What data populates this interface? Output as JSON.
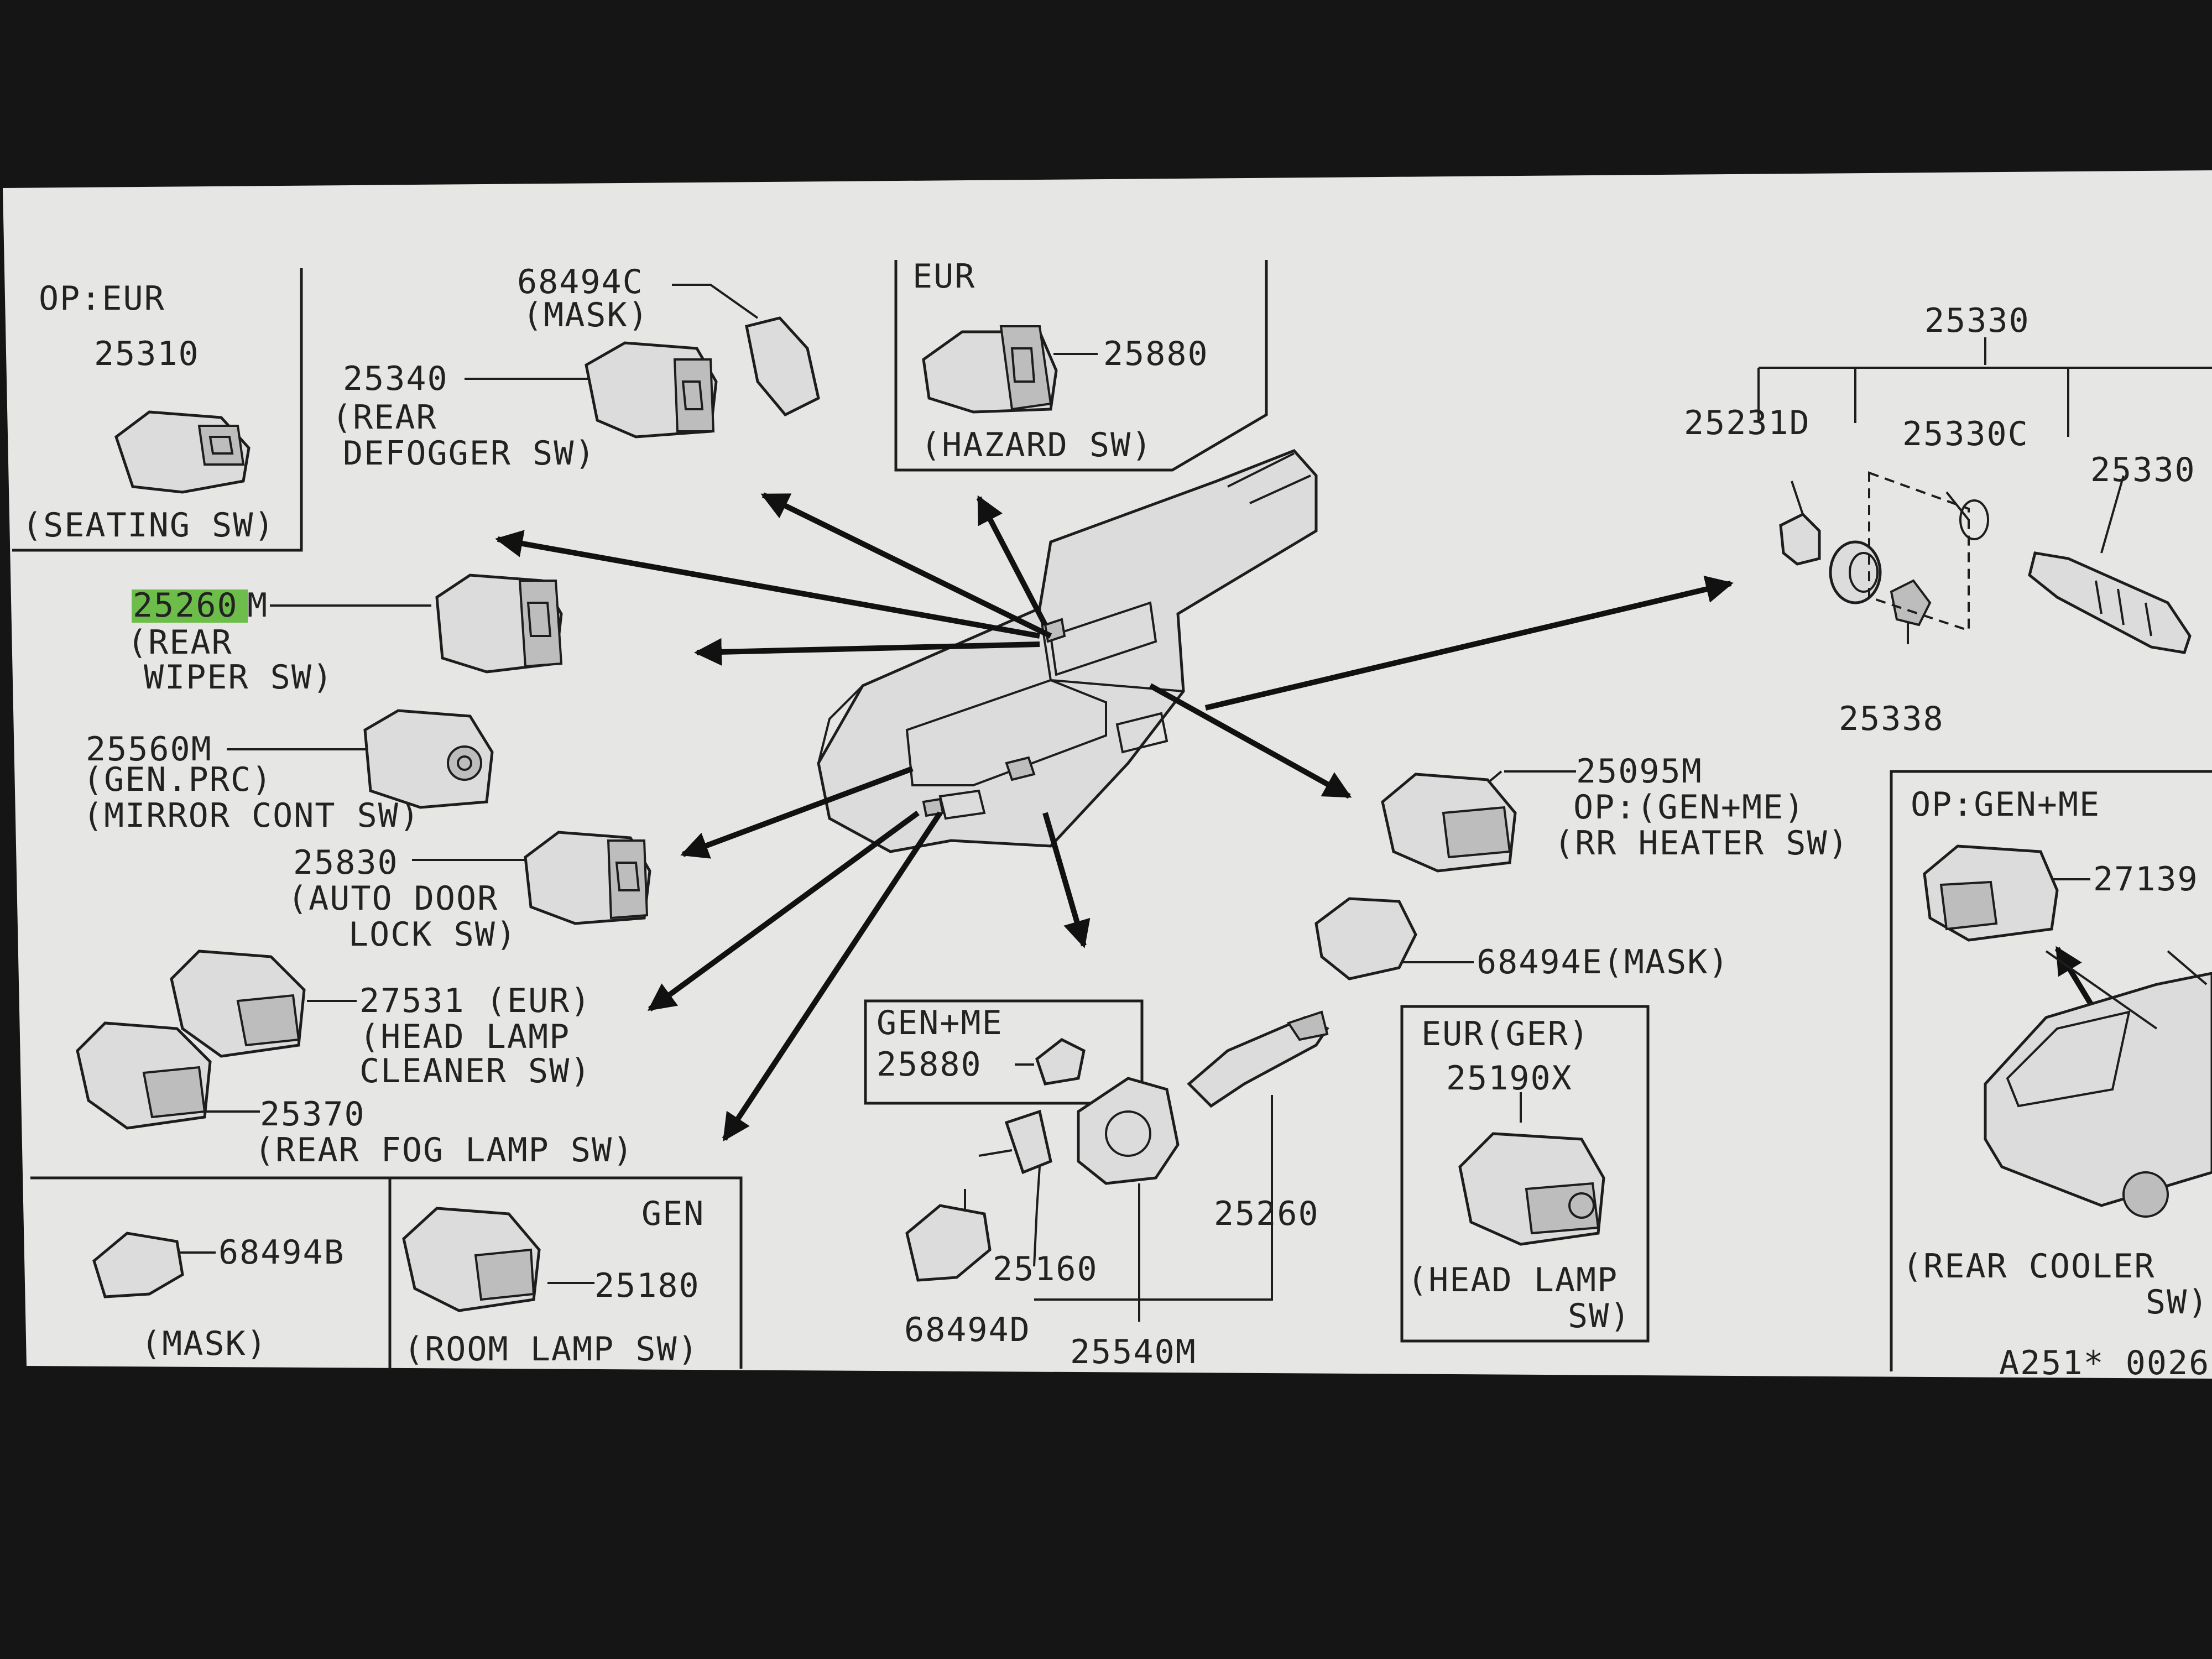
{
  "colors": {
    "background": "#151515",
    "paper": "#e6e6e4",
    "ink": "#222222",
    "highlight": "#6dbd4a"
  },
  "labels": {
    "op_eur": "OP:EUR",
    "p25310": "25310",
    "seating_sw": "(SEATING SW)",
    "p68494c": "68494C",
    "mask_c": "(MASK)",
    "p25340": "25340",
    "rear_line": "(REAR",
    "defogger_sw": "DEFOGGER SW)",
    "eur": "EUR",
    "p25880_hazard": "25880",
    "hazard_sw": "(HAZARD SW)",
    "p25330_top": "25330",
    "p25231d": "25231D",
    "p25330c": "25330C",
    "p25330_right": "25330",
    "p25338": "25338",
    "p25260m_hl": "25260",
    "p25260m_suffix": "M",
    "rear_line2": "(REAR",
    "wiper_sw": "WIPER SW)",
    "p25560m": "25560M",
    "gen_prc": "(GEN.PRC)",
    "mirror_cont_sw": "(MIRROR CONT SW)",
    "p25830": "25830",
    "auto_door": "(AUTO DOOR",
    "lock_sw": "LOCK SW)",
    "p27531": "27531 (EUR)",
    "head_lamp": "(HEAD LAMP",
    "cleaner_sw": "CLEANER SW)",
    "p25370": "25370",
    "rear_fog_sw": "(REAR FOG  LAMP SW)",
    "p25095m": "25095M",
    "op_gen_me_paren": "OP:(GEN+ME)",
    "rr_heater_sw": "(RR HEATER SW)",
    "p68494e": "68494E(MASK)",
    "op_gen_me": "OP:GEN+ME",
    "p27139": "27139",
    "rear_cooler": "(REAR COOLER",
    "sw_close": "SW)",
    "ref_code": "A251* 0026",
    "gen_me": "GEN+ME",
    "p25880_genme": "25880",
    "eur_ger": "EUR(GER)",
    "p25190x": "25190X",
    "head_lamp2": "(HEAD LAMP",
    "sw_close2": "SW)",
    "p68494b": "68494B",
    "mask_b": "(MASK)",
    "gen": "GEN",
    "p25180": "25180",
    "room_lamp_sw": "(ROOM LAMP SW)",
    "p68494d": "68494D",
    "p25160": "25160",
    "p25260": "25260",
    "p25540m": "25540M"
  }
}
